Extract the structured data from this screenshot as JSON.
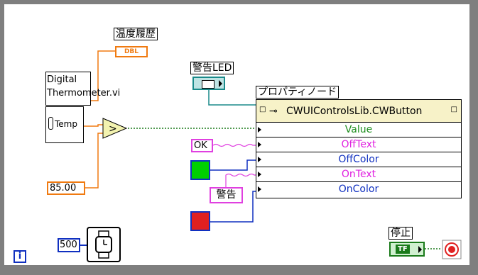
{
  "diagram": {
    "history_label": "温度履歴",
    "history_indicator_type": "DBL",
    "subvi_name_line1": "Digital",
    "subvi_name_line2": "Thermometer.vi",
    "subvi_terminal": "Temp",
    "threshold_value": "85.00",
    "compare_symbol": ">",
    "led_label": "警告LED",
    "property_node_label": "プロパティノード",
    "property_node_class": "CWUIControlsLib.CWButton",
    "properties": [
      "Value",
      "OffText",
      "OffColor",
      "OnText",
      "OnColor"
    ],
    "off_text_const": "OK",
    "on_text_const": "警告",
    "wait_ms_value": "500",
    "stop_label": "停止",
    "stop_terminal_type": "TF",
    "loop_iteration_icon": "i",
    "colors": {
      "off_color": "#00d000",
      "on_color": "#e02020",
      "bool_wire": "#1a7a1a",
      "string_wire": "#e040e0",
      "numeric_orange": "#f07a10",
      "integer_blue": "#1030c0",
      "refnum_teal": "#1a8a8a",
      "green_prop_text": "#1f8f1f",
      "blue_prop_text": "#1030c0",
      "magenta_prop_text": "#e020e0"
    }
  }
}
